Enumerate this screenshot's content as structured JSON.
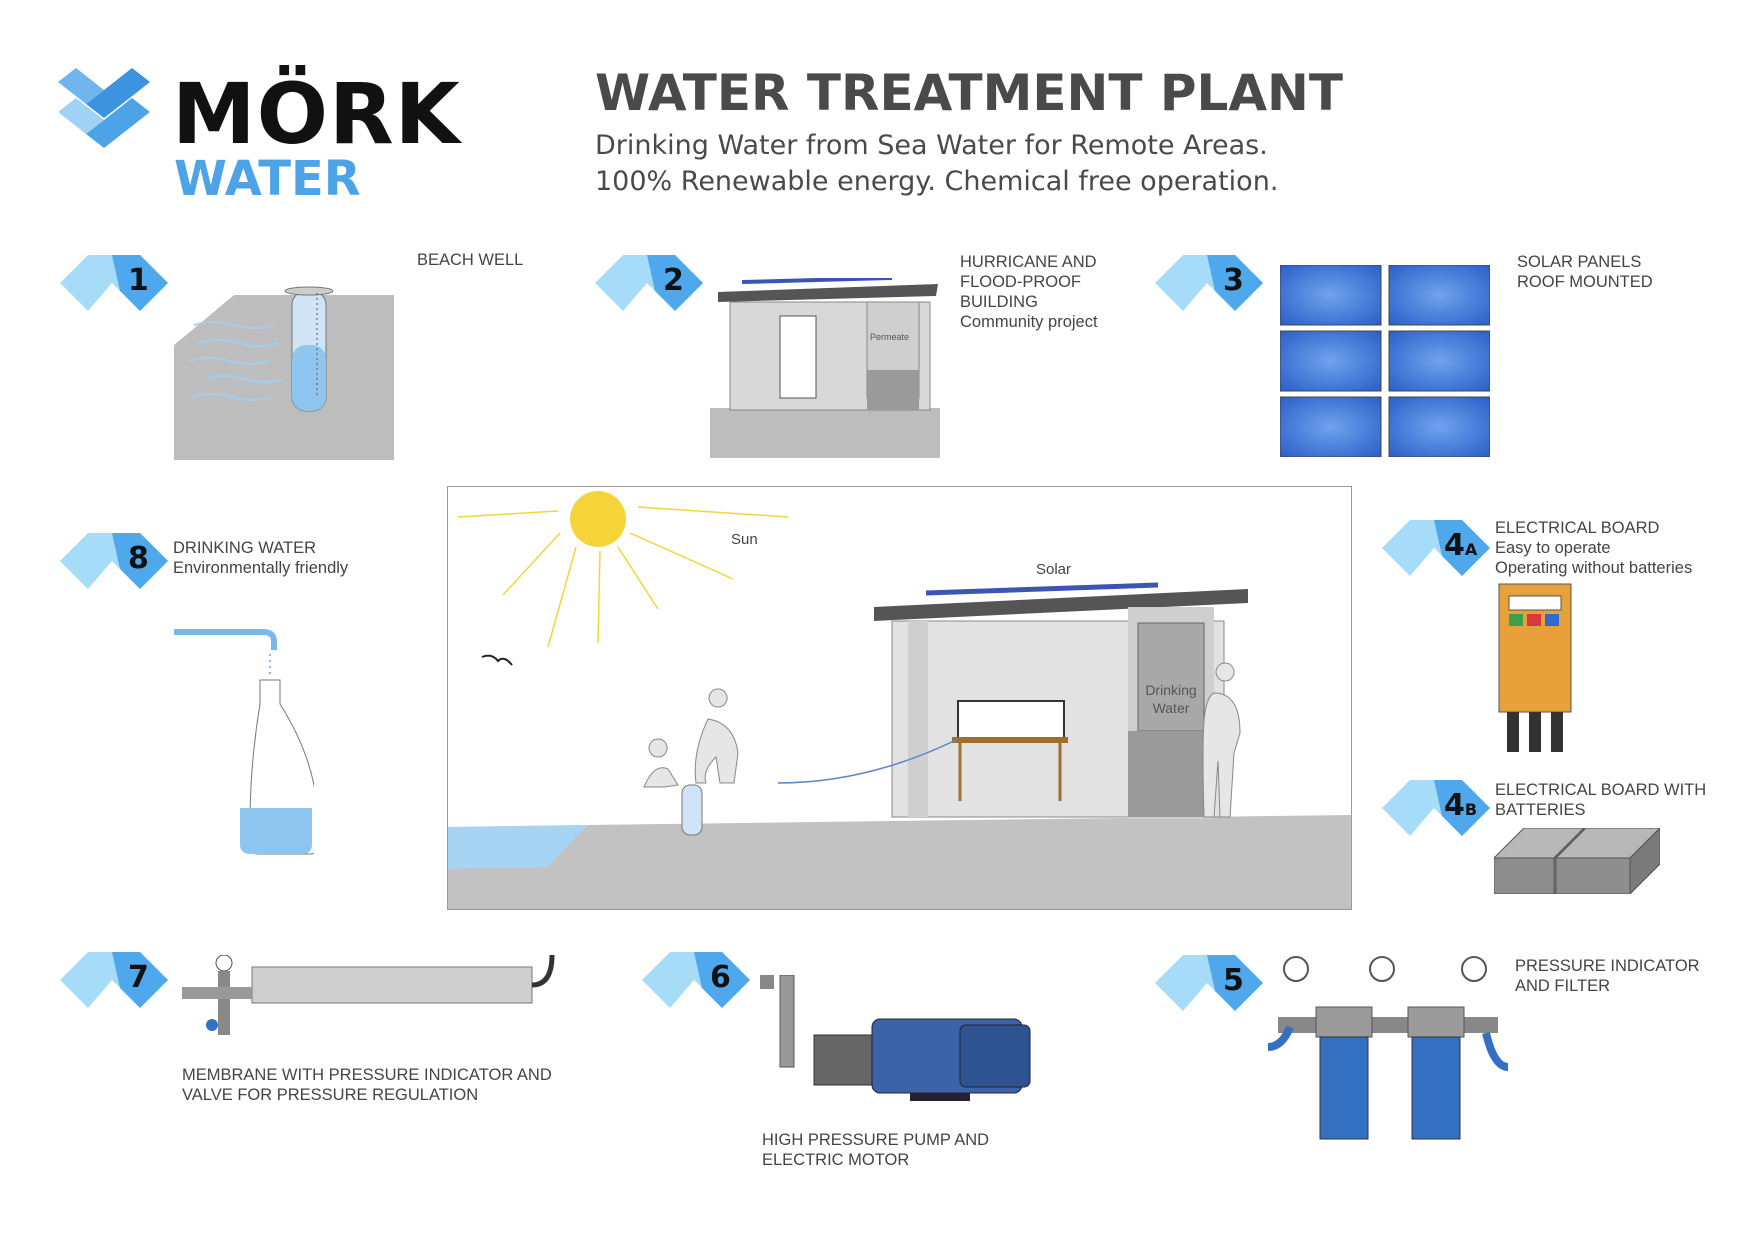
{
  "brand": {
    "name_top": "MÖRK",
    "name_bottom": "WATER"
  },
  "header": {
    "title": "WATER TREATMENT PLANT",
    "subtitle_line1": "Drinking Water from Sea Water for Remote Areas.",
    "subtitle_line2": "100% Renewable energy. Chemical free operation."
  },
  "steps": [
    {
      "number": "1",
      "label": "BEACH WELL"
    },
    {
      "number": "2",
      "label": "HURRICANE AND\nFLOOD-PROOF\nBUILDING\nCommunity project"
    },
    {
      "number": "3",
      "label": "SOLAR PANELS\nROOF MOUNTED"
    },
    {
      "number": "4",
      "suffix": "A",
      "label": "ELECTRICAL BOARD\nEasy to operate\nOperating without batteries"
    },
    {
      "number": "4",
      "suffix": "B",
      "label": "ELECTRICAL BOARD WITH\nBATTERIES"
    },
    {
      "number": "5",
      "label": "PRESSURE INDICATOR\nAND FILTER"
    },
    {
      "number": "6",
      "label": "HIGH PRESSURE PUMP AND\nELECTRIC MOTOR"
    },
    {
      "number": "7",
      "label": "MEMBRANE WITH PRESSURE INDICATOR AND\nVALVE FOR PRESSURE REGULATION"
    },
    {
      "number": "8",
      "label": "DRINKING WATER\nEnvironmentally friendly"
    }
  ],
  "building_labels": {
    "permeate": "Permeate"
  },
  "scene": {
    "sun": "Sun",
    "solar": "Solar",
    "tank": "Drinking\nWater"
  },
  "colors": {
    "brand_blue": "#4da3e8",
    "chevron_light": "#a6dcf7",
    "chevron_dark": "#3f9be6",
    "panel_blue": "#2f6ccf",
    "board_orange": "#e8a03a",
    "sun_yellow": "#f5d43a"
  }
}
